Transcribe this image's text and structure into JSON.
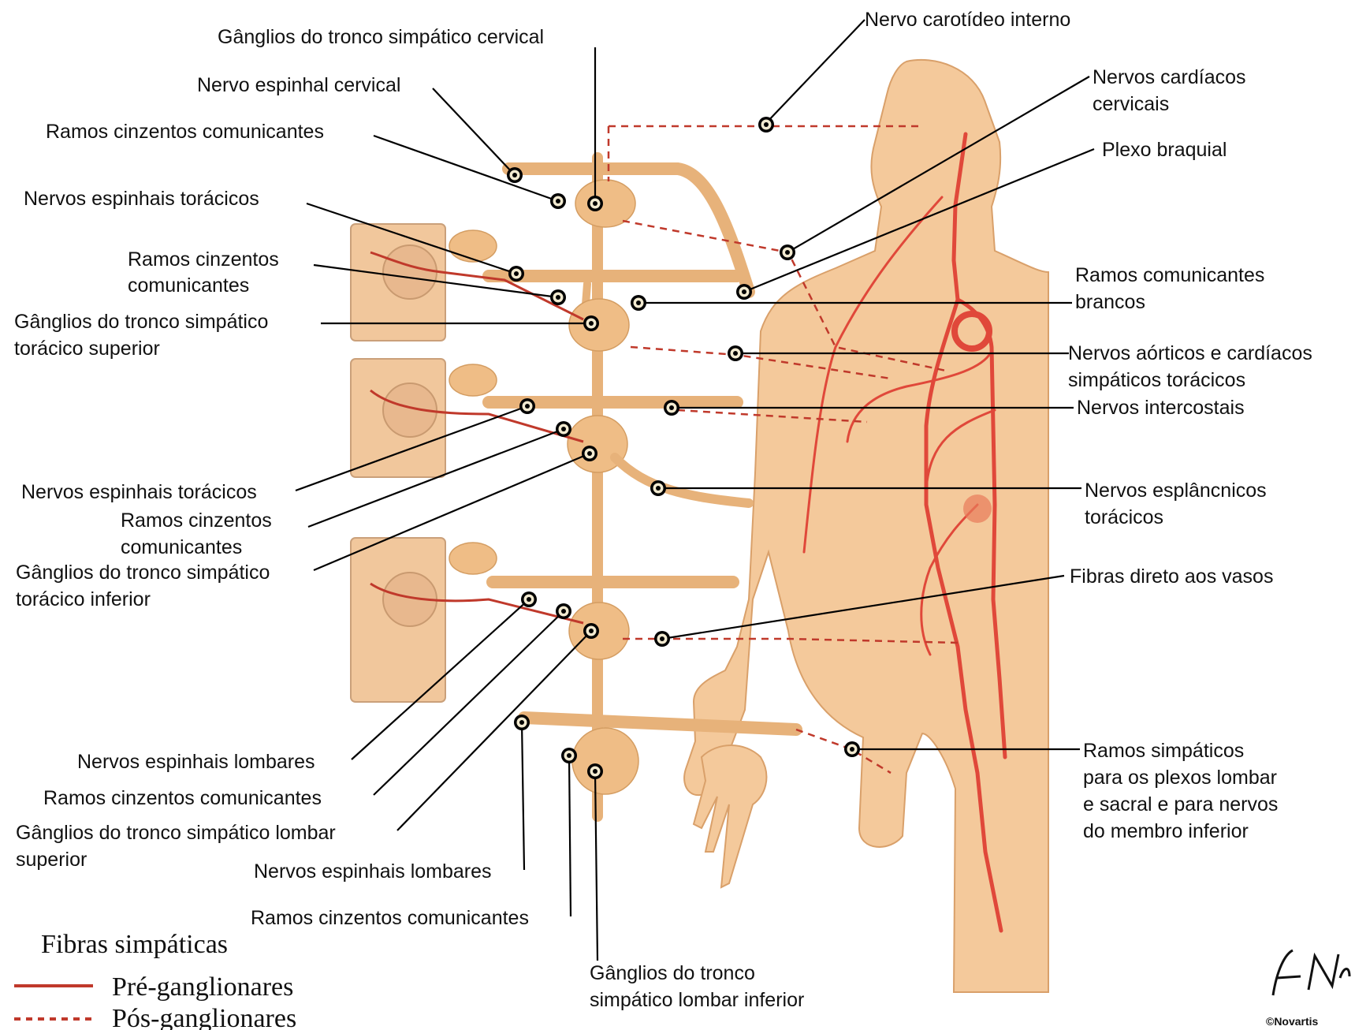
{
  "labels": {
    "cervical_ganglia": "Gânglios do tronco simpático cervical",
    "cervical_spinal_nerve": "Nervo espinhal cervical",
    "gray_rami_1": "Ramos cinzentos comunicantes",
    "thoracic_spinal_nerves_1": "Nervos espinhais torácicos",
    "gray_rami_2_line1": "Ramos cinzentos",
    "gray_rami_2_line2": "comunicantes",
    "upper_thoracic_ganglia_line1": "Gânglios do tronco simpático",
    "upper_thoracic_ganglia_line2": "torácico superior",
    "thoracic_spinal_nerves_2": "Nervos espinhais torácicos",
    "gray_rami_3_line1": "Ramos cinzentos",
    "gray_rami_3_line2": "comunicantes",
    "lower_thoracic_ganglia_line1": "Gânglios do tronco simpático",
    "lower_thoracic_ganglia_line2": "torácico inferior",
    "lumbar_spinal_nerves_1": "Nervos espinhais lombares",
    "gray_rami_4": "Ramos cinzentos comunicantes",
    "upper_lumbar_ganglia_line1": "Gânglios do tronco simpático lombar",
    "upper_lumbar_ganglia_line2": "superior",
    "lumbar_spinal_nerves_2": "Nervos espinhais lombares",
    "gray_rami_5": "Ramos cinzentos comunicantes",
    "lower_lumbar_ganglia_line1": "Gânglios do tronco",
    "lower_lumbar_ganglia_line2": "simpático lombar inferior",
    "internal_carotid": "Nervo carotídeo interno",
    "cardiac_cervical_line1": "Nervos cardíacos",
    "cardiac_cervical_line2": "cervicais",
    "brachial_plexus": "Plexo braquial",
    "white_rami_line1": "Ramos comunicantes",
    "white_rami_line2": "brancos",
    "aortic_cardiac_line1": "Nervos aórticos e cardíacos",
    "aortic_cardiac_line2": "simpáticos torácicos",
    "intercostal": "Nervos intercostais",
    "splanchnic_line1": "Nervos esplâncnicos",
    "splanchnic_line2": "torácicos",
    "vessel_fibers": "Fibras direto aos vasos",
    "lumbosacral_line1": "Ramos simpáticos",
    "lumbosacral_line2": "para os plexos lombar",
    "lumbosacral_line3": "e sacral e para nervos",
    "lumbosacral_line4": "do membro inferior"
  },
  "legend": {
    "title": "Fibras simpáticas",
    "pre": "Pré-ganglionares",
    "post": "Pós-ganglionares",
    "pre_color": "#c0392b",
    "post_color": "#c0392b"
  },
  "signature": "F. Netter",
  "copyright": "©Novartis",
  "colors": {
    "tissue": "#f4c99b",
    "nerve": "#e7b27a",
    "vessel": "#e0483a",
    "fiber": "#c0392b"
  }
}
